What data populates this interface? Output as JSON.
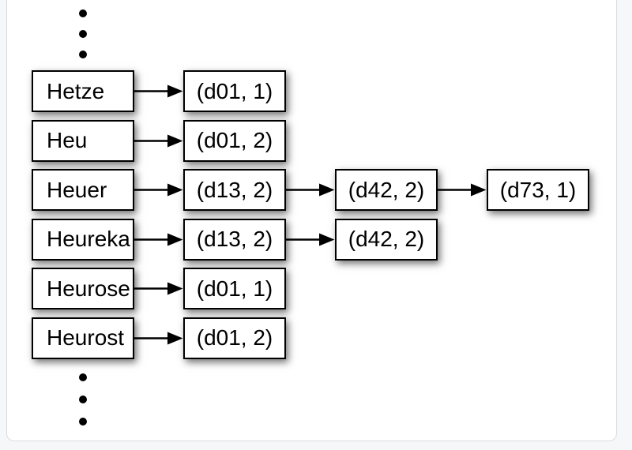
{
  "colors": {
    "page_background": "#f6f7f8",
    "panel_background": "#ffffff",
    "panel_border": "#d9dcdf",
    "box_background": "#ffffff",
    "box_border": "#000000",
    "text": "#000000",
    "arrow": "#000000",
    "dot": "#000000"
  },
  "diagram": {
    "ellipsis_top_count": 3,
    "ellipsis_bottom_count": 3,
    "rows": [
      {
        "term": "Hetze",
        "postings": [
          "(d01, 1)"
        ]
      },
      {
        "term": "Heu",
        "postings": [
          "(d01, 2)"
        ]
      },
      {
        "term": "Heuer",
        "postings": [
          "(d13, 2)",
          "(d42, 2)",
          "(d73, 1)"
        ]
      },
      {
        "term": "Heureka",
        "postings": [
          "(d13, 2)",
          "(d42, 2)"
        ]
      },
      {
        "term": "Heurose",
        "postings": [
          "(d01, 1)"
        ]
      },
      {
        "term": "Heurost",
        "postings": [
          "(d01, 2)"
        ]
      }
    ]
  }
}
